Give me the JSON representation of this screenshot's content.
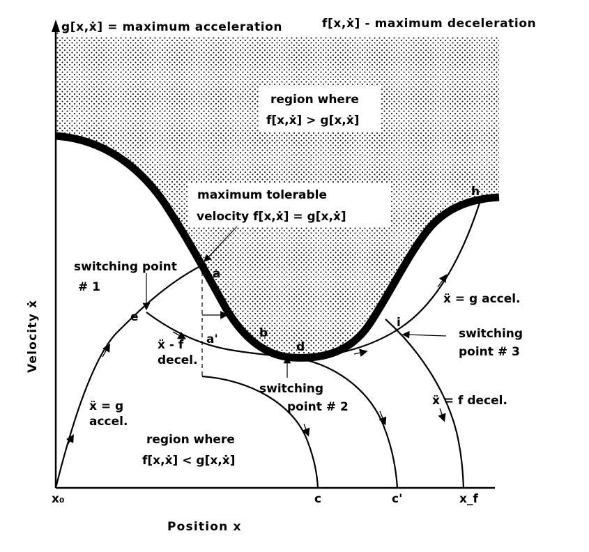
{
  "header": {
    "left": "g[x,ẋ] = maximum acceleration",
    "right": "f[x,ẋ] - maximum deceleration"
  },
  "axes": {
    "ylabel": "Velocity ẋ",
    "xlabel": "Position x",
    "x0": "x₀",
    "xf": "x_f"
  },
  "regions": {
    "upper_line1": "region where",
    "upper_line2": "f[x,ẋ] > g[x,ẋ]",
    "lower_line1": "region where",
    "lower_line2": "f[x,ẋ] < g[x,ẋ]"
  },
  "curve_label": {
    "line1": "maximum tolerable",
    "line2": "velocity  f[x,ẋ] = g[x,ẋ]"
  },
  "switching": {
    "p1_line1": "switching point",
    "p1_line2": "# 1",
    "p2_line1": "switching",
    "p2_line2": "point # 2",
    "p3_line1": "switching",
    "p3_line2": "point # 3"
  },
  "annotations": {
    "accel_left_1": "ẍ = g",
    "accel_left_2": "accel.",
    "decel_1": "ẍ - f",
    "decel_2": "decel.",
    "accel_right": "ẍ = g  accel.",
    "decel_right": "ẍ = f  decel."
  },
  "points": {
    "a": "a",
    "a_prime": "a'",
    "b": "b",
    "d": "d",
    "e": "e",
    "h": "h",
    "i": "i",
    "c": "c",
    "c_prime": "c'"
  }
}
